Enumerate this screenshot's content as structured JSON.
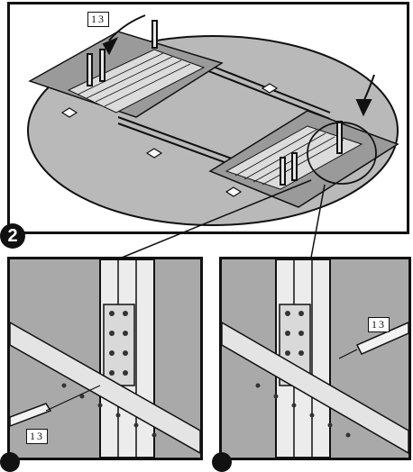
{
  "step": {
    "number": "2"
  },
  "part_labels": {
    "top": "13",
    "left_detail": "13",
    "right_detail": "13"
  },
  "colors": {
    "floor": "#b7b7b7",
    "panel_gray": "#a9a9a9",
    "outline": "#111111",
    "badge": "#111111"
  },
  "icons": {
    "direction_arrow_1": "curved-arrow-icon",
    "direction_arrow_2": "curved-arrow-icon",
    "magnifier": "magnify-circle-icon"
  }
}
